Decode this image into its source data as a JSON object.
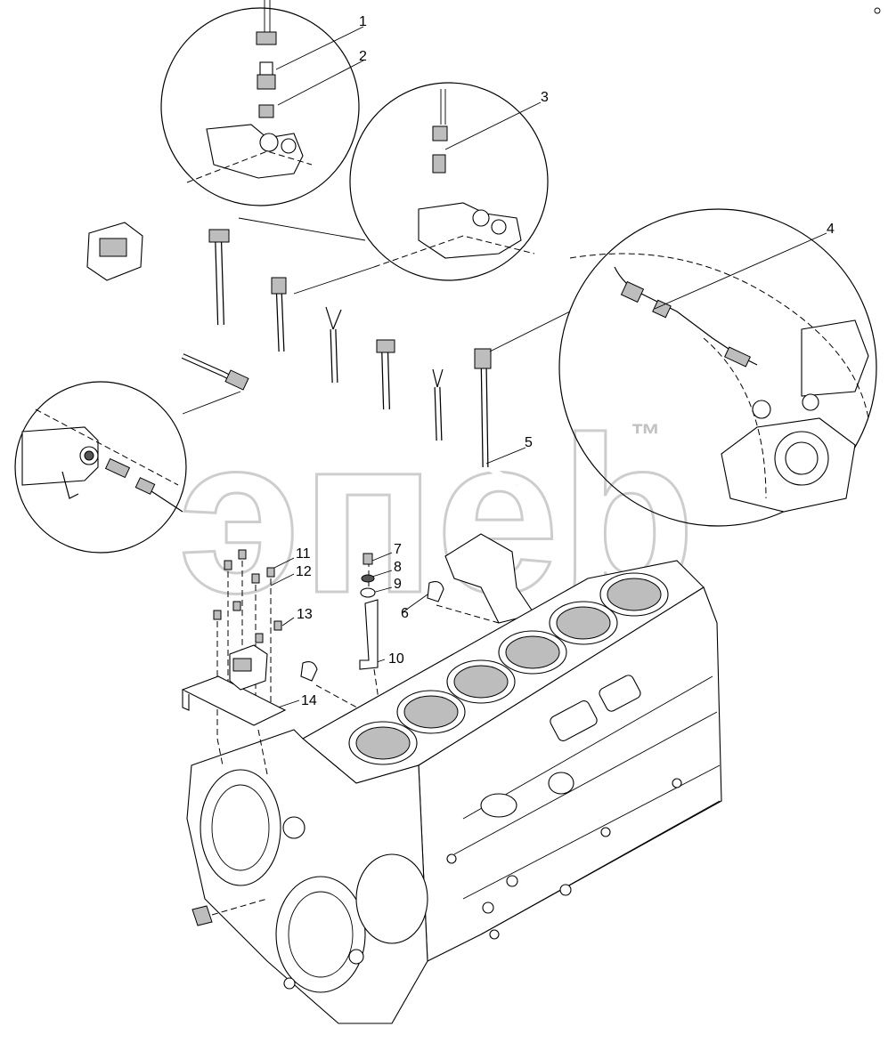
{
  "diagram": {
    "watermark": {
      "text": "эпеb",
      "trademark": "™"
    },
    "callouts": [
      "1",
      "2",
      "3",
      "4",
      "5",
      "6",
      "7",
      "8",
      "9",
      "10",
      "11",
      "12",
      "13",
      "14"
    ]
  }
}
